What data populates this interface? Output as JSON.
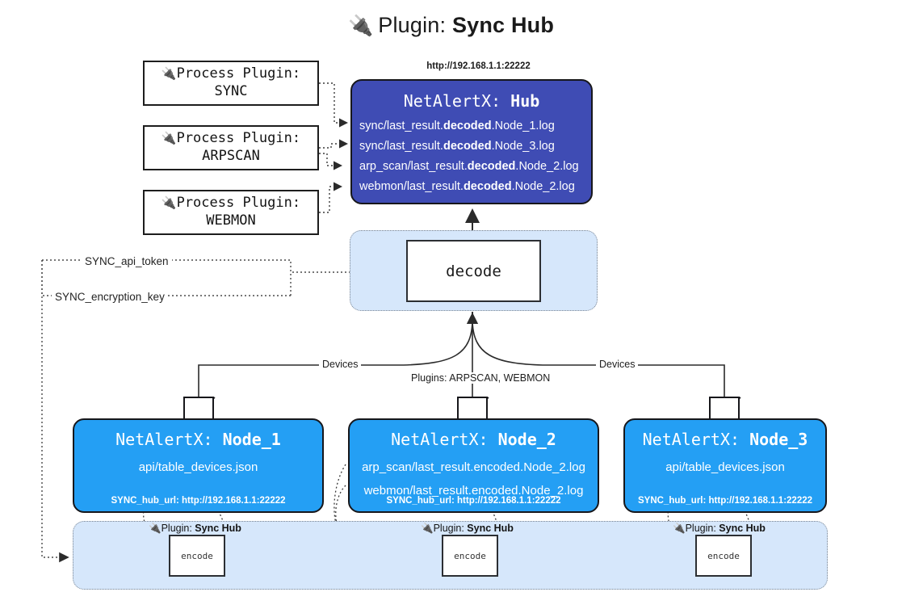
{
  "title": {
    "icon": "plug-icon",
    "glyph": "🔌",
    "lead": "Plugin: ",
    "strong": "Sync Hub"
  },
  "process_plugins": [
    {
      "glyph": "🔌",
      "line1": "Process Plugin:",
      "line2": "SYNC"
    },
    {
      "glyph": "🔌",
      "line1": "Process Plugin:",
      "line2": "ARPSCAN"
    },
    {
      "glyph": "🔌",
      "line1": "Process Plugin:",
      "line2": "WEBMON"
    }
  ],
  "hub": {
    "url": "http://192.168.1.1:22222",
    "title_prefix": "NetAlertX: ",
    "title_name": "Hub",
    "lines": [
      {
        "pre": "sync/last_result.",
        "mid": "decoded",
        "post": ".Node_1.log"
      },
      {
        "pre": "sync/last_result.",
        "mid": "decoded",
        "post": ".Node_3.log"
      },
      {
        "pre": "arp_scan/last_result.",
        "mid": "decoded",
        "post": ".Node_2.log"
      },
      {
        "pre": "webmon/last_result.",
        "mid": "decoded",
        "post": ".Node_2.log"
      }
    ],
    "color": "#3f4cb4"
  },
  "decode_group": {
    "box_label": "decode",
    "fill": "#d6e7fb"
  },
  "keys": {
    "api_token": "SYNC_api_token",
    "encryption_key": "SYNC_encryption_key"
  },
  "edge_labels": {
    "devices_left": "Devices",
    "devices_right": "Devices",
    "plugins_center": "Plugins: ARPSCAN, WEBMON"
  },
  "nodes": [
    {
      "title_prefix": "NetAlertX: ",
      "title_name": "Node_1",
      "lines": [
        "api/table_devices.json"
      ],
      "hub_url": "SYNC_hub_url: http://192.168.1.1:22222",
      "color": "#249ff4"
    },
    {
      "title_prefix": "NetAlertX: ",
      "title_name": "Node_2",
      "lines": [
        "arp_scan/last_result.encoded.Node_2.log",
        "webmon/last_result.encoded.Node_2.log"
      ],
      "hub_url": "SYNC_hub_url: http://192.168.1.1:22222",
      "color": "#249ff4"
    },
    {
      "title_prefix": "NetAlertX: ",
      "title_name": "Node_3",
      "lines": [
        "api/table_devices.json"
      ],
      "hub_url": "SYNC_hub_url: http://192.168.1.1:22222",
      "color": "#249ff4"
    }
  ],
  "bottom_plugins": [
    {
      "glyph": "🔌",
      "lead": "Plugin: ",
      "strong": "Sync Hub",
      "box_label": "encode"
    },
    {
      "glyph": "🔌",
      "lead": "Plugin: ",
      "strong": "Sync Hub",
      "box_label": "encode"
    },
    {
      "glyph": "🔌",
      "lead": "Plugin: ",
      "strong": "Sync Hub",
      "box_label": "encode"
    }
  ]
}
